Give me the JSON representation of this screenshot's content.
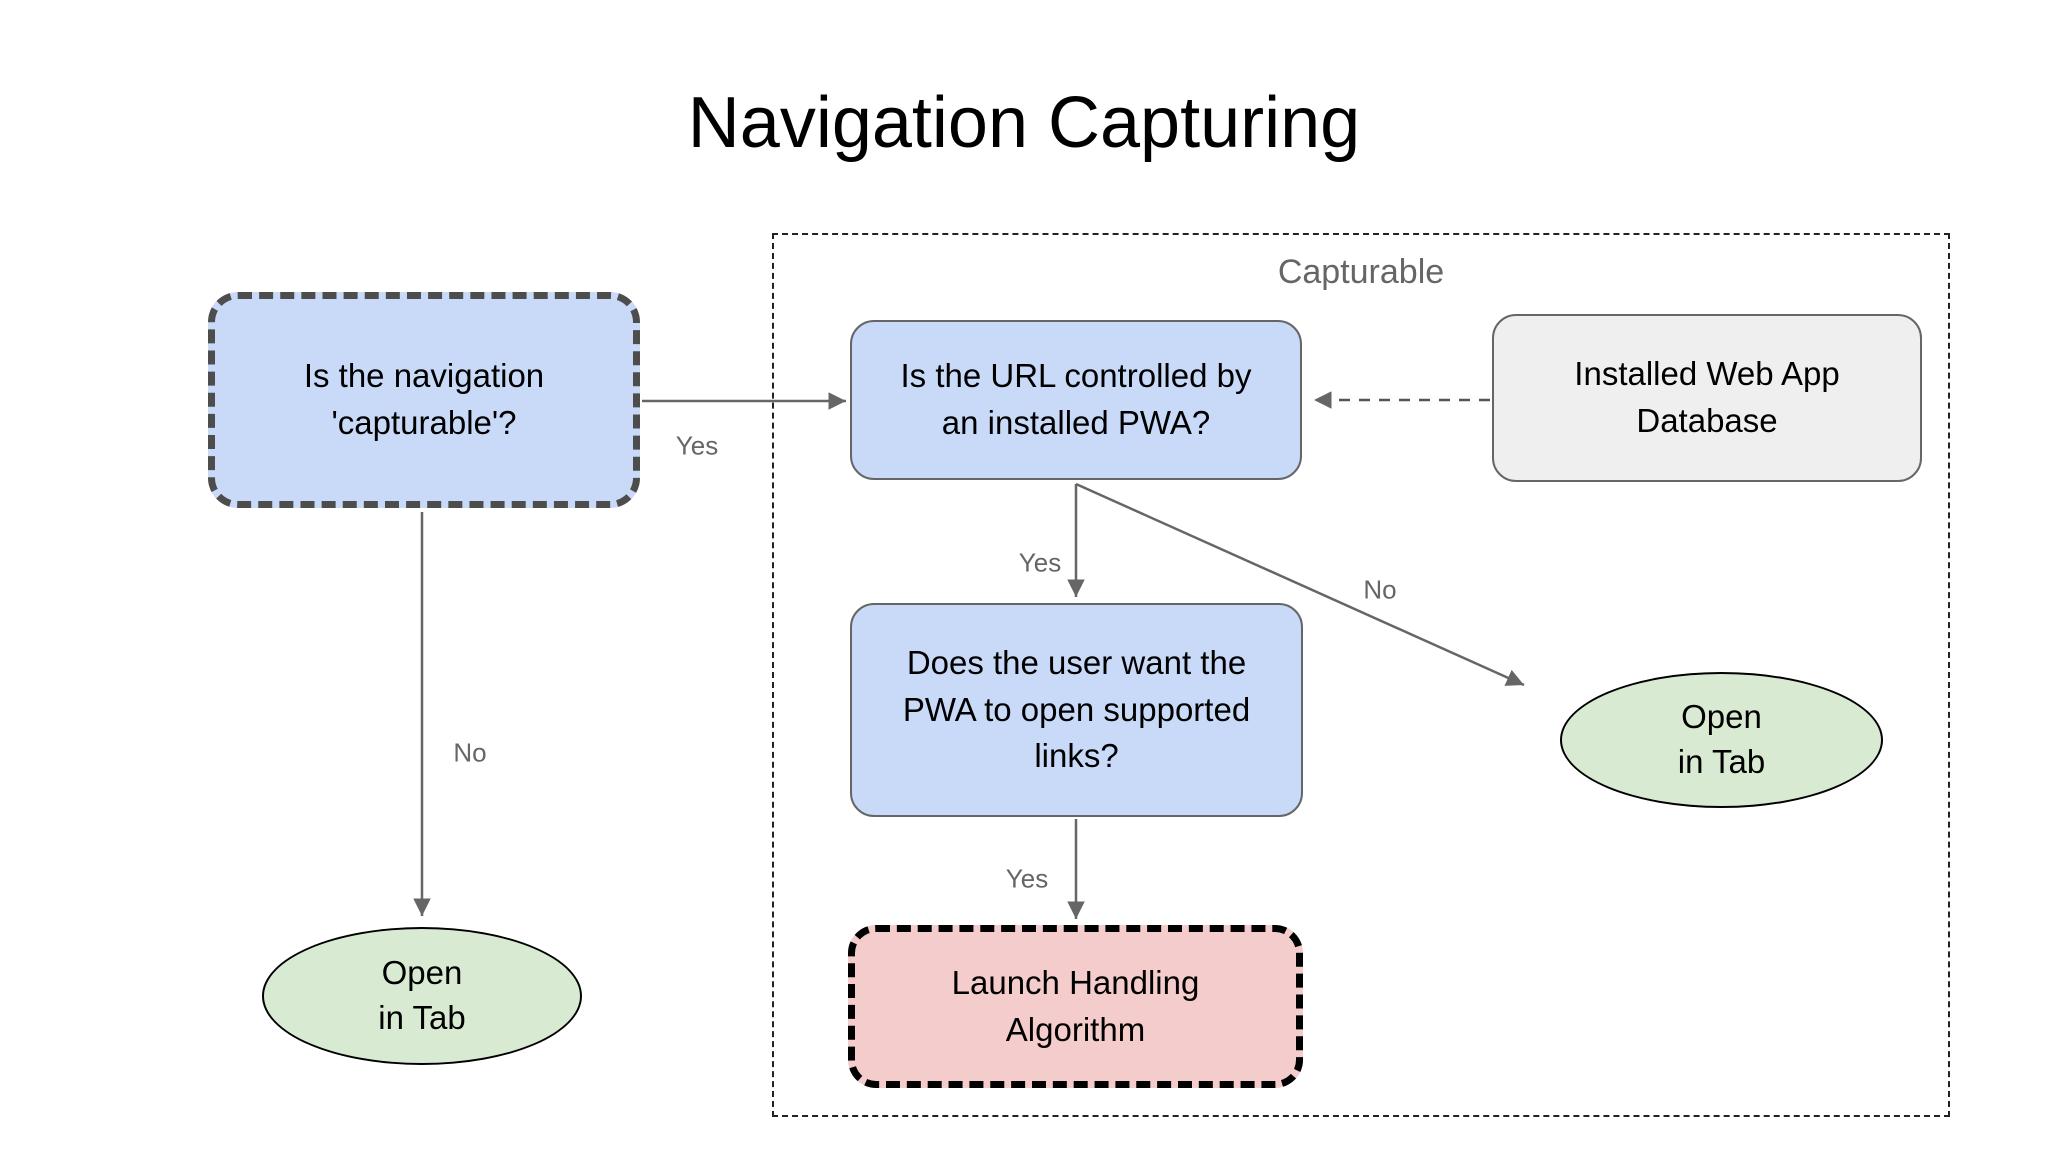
{
  "title": "Navigation Capturing",
  "diagram": {
    "group_label": "Capturable",
    "nodes": {
      "capturable_question": "Is the navigation 'capturable'?",
      "url_controlled": "Is the URL controlled by an installed PWA?",
      "database": "Installed Web App Database",
      "user_want": "Does the user want the PWA to open supported links?",
      "launch_handling": "Launch Handling Algorithm",
      "open_in_tab_left": "Open\nin Tab",
      "open_in_tab_right": "Open\nin Tab"
    },
    "edge_labels": {
      "capturable_yes": "Yes",
      "capturable_no": "No",
      "url_yes": "Yes",
      "url_no": "No",
      "user_yes": "Yes"
    },
    "colors": {
      "question_fill": "#c9daf8",
      "database_fill": "#efefef",
      "terminal_fill": "#d9ead3",
      "launch_fill": "#f4cccc",
      "dashed_node_border": "#4d4d4d",
      "solid_node_border": "#666666",
      "arrow": "#666666",
      "edge_label_text": "#666666"
    }
  }
}
